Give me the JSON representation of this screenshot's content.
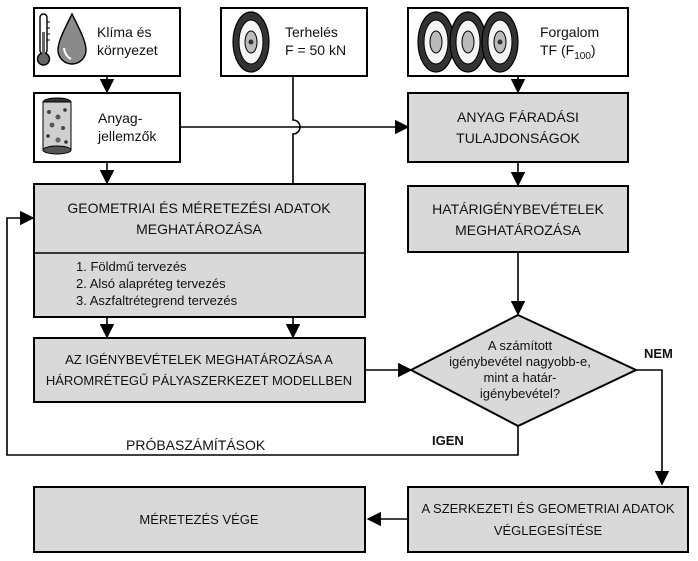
{
  "boxes": {
    "climate": {
      "line1": "Klíma és",
      "line2": "környezet",
      "icons": [
        "thermometer-icon",
        "water-drop-icon"
      ]
    },
    "load": {
      "line1": "Terhelés",
      "line2": "F = 50 kN",
      "icons": [
        "tire-icon"
      ]
    },
    "traffic": {
      "line1": "Forgalom",
      "line2_main": "TF (F",
      "line2_sub": "100",
      "line2_end": ")",
      "icons": [
        "tire-icon",
        "tire-icon",
        "tire-icon"
      ]
    },
    "material": {
      "line1": "Anyag-",
      "line2": "jellemzők",
      "icons": [
        "material-sample-icon"
      ]
    },
    "fatigue": {
      "line1": "ANYAG FÁRADÁSI",
      "line2": "TULAJDONSÁGOK"
    },
    "geometry": {
      "line1": "GEOMETRIAI ÉS MÉRETEZÉSI ADATOK",
      "line2": "MEGHATÁROZÁSA",
      "steps": [
        "1.  Földmű tervezés",
        "2.  Alsó alapréteg tervezés",
        "3.  Aszfaltrétegrend tervezés"
      ]
    },
    "limit": {
      "line1": "HATÁRIGÉNYBEVÉTELEK",
      "line2": "MEGHATÁROZÁSA"
    },
    "stress": {
      "line1": "AZ IGÉNYBEVÉTELEK MEGHATÁROZÁSA A",
      "line2": "HÁROMRÉTEGŰ PÁLYASZERKEZET MODELLBEN"
    },
    "decision": {
      "line1": "A számított",
      "line2": "igénybevétel nagyobb-e,",
      "line3": "mint a határ-",
      "line4": "igénybevétel?"
    },
    "finalize": {
      "line1": "A SZERKEZETI ÉS GEOMETRIAI ADATOK",
      "line2": "VÉGLEGESÍTÉSE"
    },
    "end": {
      "label": "MÉRETEZÉS VÉGE"
    }
  },
  "edge_labels": {
    "no": "NEM",
    "yes": "IGEN",
    "trials": "PRÓBASZÁMÍTÁSOK"
  },
  "colors": {
    "box_fill": "#d9d9d9",
    "border": "#000000",
    "background": "#ffffff"
  }
}
